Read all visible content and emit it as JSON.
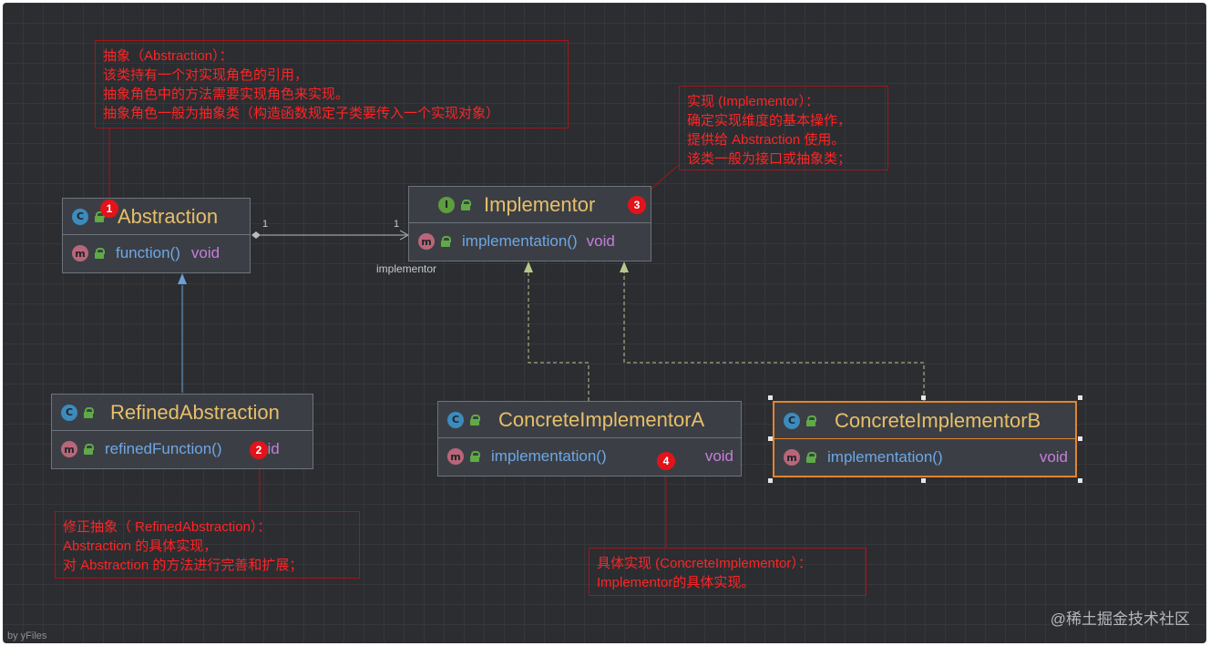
{
  "classes": {
    "abstraction": {
      "name": "Abstraction",
      "kind": "C",
      "method": "function()",
      "return": "void",
      "badge": "1"
    },
    "implementor": {
      "name": "Implementor",
      "kind": "I",
      "method": "implementation()",
      "return": "void",
      "badge": "3"
    },
    "refined": {
      "name": "RefinedAbstraction",
      "kind": "C",
      "method": "refinedFunction()",
      "return": "void",
      "badge": "2"
    },
    "concreteA": {
      "name": "ConcreteImplementorA",
      "kind": "C",
      "method": "implementation()",
      "return": "void",
      "badge": "4"
    },
    "concreteB": {
      "name": "ConcreteImplementorB",
      "kind": "C",
      "method": "implementation()",
      "return": "void",
      "selected": true
    }
  },
  "method_kind": "m",
  "association": {
    "source_multiplicity": "1",
    "target_multiplicity": "1",
    "role": "implementor"
  },
  "notes": {
    "abstraction": [
      "抽象（Abstraction）：",
      "该类持有一个对实现角色的引用，",
      "抽象角色中的方法需要实现角色来实现。",
      "抽象角色一般为抽象类（构造函数规定子类要传入一个实现对象）"
    ],
    "implementor": [
      "实现 (Implementor）：",
      "确定实现维度的基本操作，",
      "提供给 Abstraction 使用。",
      "该类一般为接口或抽象类；"
    ],
    "refined": [
      "修正抽象（ RefinedAbstraction）：",
      "Abstraction 的具体实现，",
      "对 Abstraction 的方法进行完善和扩展；"
    ],
    "concrete": [
      "具体实现 (ConcreteImplementor）：",
      "Implementor的具体实现。"
    ]
  },
  "footer": "by yFiles",
  "watermark": "@稀土掘金技术社区",
  "colors": {
    "background": "#2b2d31",
    "class_name": "#e8bf6a",
    "method": "#6da7e6",
    "return_type": "#c77ddb",
    "note_text": "#ff2424",
    "inheritance_arrow": "#6aa0d8",
    "realization_arrow": "#b7c98a",
    "selection": "#e2842d"
  }
}
